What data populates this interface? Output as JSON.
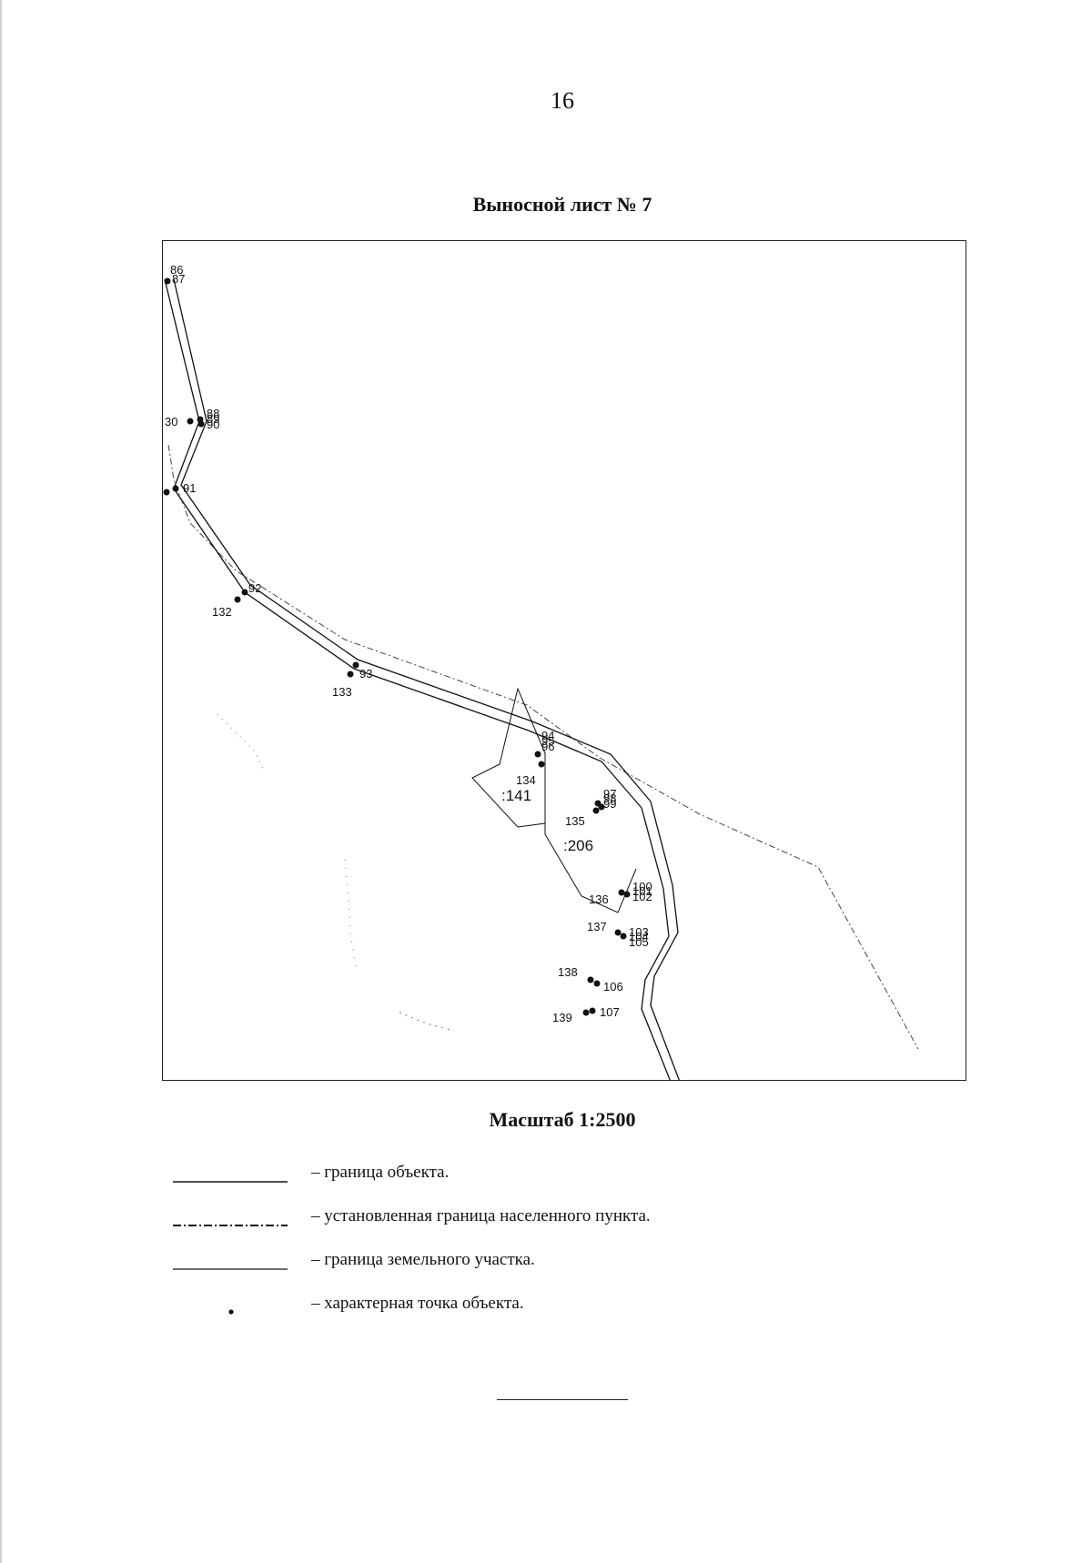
{
  "page_number": "16",
  "sheet_title": "Выносной лист № 7",
  "scale": "Масштаб 1:2500",
  "legend": [
    {
      "type": "object-boundary",
      "text": "– граница объекта."
    },
    {
      "type": "settlement-boundary",
      "text": "– установленная граница населенного пункта."
    },
    {
      "type": "parcel-boundary",
      "text": "– граница земельного участка."
    },
    {
      "type": "characteristic-point",
      "text": "– характерная точка объекта."
    }
  ],
  "map": {
    "point_labels": [
      "86",
      "87",
      "30",
      "88",
      "89",
      "90",
      "91",
      "92",
      "132",
      "93",
      "133",
      "94",
      "95",
      "96",
      "134",
      "97",
      "98",
      "99",
      "135",
      "100",
      "101",
      "102",
      "136",
      "137",
      "103",
      "104",
      "105",
      "138",
      "106",
      "139",
      "107"
    ],
    "parcel_labels": [
      ":141",
      ":206"
    ]
  }
}
